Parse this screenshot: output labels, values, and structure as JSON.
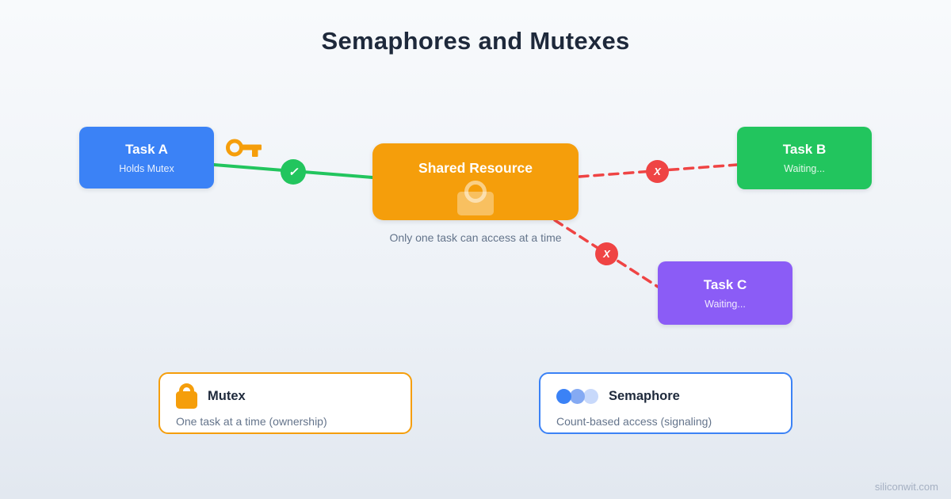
{
  "title": "Semaphores and Mutexes",
  "background": {
    "top": "#f8fafc",
    "bottom": "#e2e8f0"
  },
  "nodes": {
    "task_a": {
      "label": "Task A",
      "sublabel": "Holds Mutex",
      "color": "#3b82f6"
    },
    "shared_resource": {
      "label": "Shared Resource",
      "caption": "Only one task can access at a time",
      "color": "#f59e0b"
    },
    "task_b": {
      "label": "Task B",
      "sublabel": "Waiting...",
      "color": "#22c55e"
    },
    "task_c": {
      "label": "Task C",
      "sublabel": "Waiting...",
      "color": "#8b5cf6"
    }
  },
  "icons": {
    "key": "key-icon",
    "resource_lock": "lock-icon",
    "mutex_lock": "lock-icon",
    "semaphore_dots": "semaphore-count-dots",
    "key_color": "#f59e0b",
    "lock_color": "#f59e0b"
  },
  "connections": {
    "granted": {
      "symbol": "✓",
      "color": "#22c55e",
      "style": "solid"
    },
    "denied_b": {
      "symbol": "X",
      "color": "#ef4444",
      "style": "dashed"
    },
    "denied_c": {
      "symbol": "X",
      "color": "#ef4444",
      "style": "dashed"
    }
  },
  "legend": {
    "mutex": {
      "label": "Mutex",
      "description": "One task at a time (ownership)",
      "accent": "#f59e0b"
    },
    "semaphore": {
      "label": "Semaphore",
      "description": "Count-based access (signaling)",
      "accent": "#3b82f6"
    }
  },
  "watermark": "siliconwit.com"
}
